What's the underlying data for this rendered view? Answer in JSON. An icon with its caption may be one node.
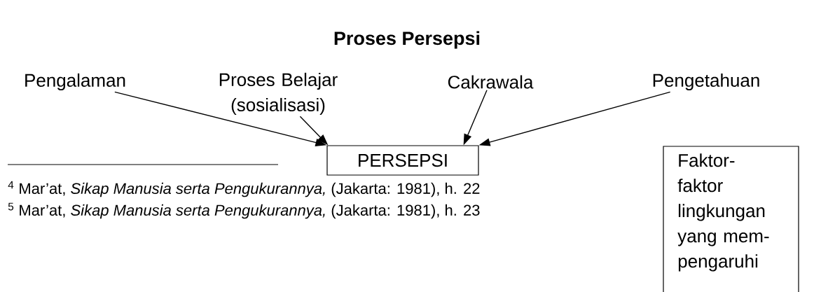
{
  "diagram": {
    "title": "Proses Persepsi",
    "nodes": [
      {
        "text": [
          "Pengalaman"
        ]
      },
      {
        "text": [
          "Proses Belajar (sosialisasi)"
        ]
      },
      {
        "text": [
          "Cakrawala"
        ]
      },
      {
        "text": [
          "Pengetahuan"
        ]
      },
      {
        "text": [
          "PERSEPSI"
        ]
      },
      {
        "text": [
          "Faktor- faktor lingkungan yang mem- pengaruhi"
        ]
      }
    ],
    "edges": [
      {
        "from": 0,
        "to": 4,
        "arrow": "to"
      },
      {
        "from": 1,
        "to": 4,
        "arrow": "to"
      },
      {
        "from": 2,
        "to": 4,
        "arrow": "to"
      },
      {
        "from": 3,
        "to": 4,
        "arrow": "to"
      }
    ],
    "labels": [
      "$^{4}$ Mar’at, *Sikap Manusia serta Pengukurannya,* (Jakarta: 1981), h. 22",
      "$^{5}$ Mar’at, *Sikap Manusia serta Pengukurannya,* (Jakarta: 1981), h. 23"
    ]
  }
}
